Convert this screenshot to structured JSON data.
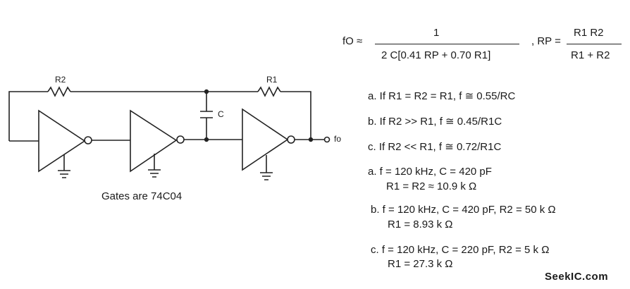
{
  "formula": {
    "lhs": "fO ≈",
    "numerator": "1",
    "denominator": "2 C[0.41 RP + 0.70 R1]",
    "sep": ", RP =",
    "rp_numerator": "R1 R2",
    "rp_denominator": "R1 + R2"
  },
  "cases": [
    "a.  If R1 = R2 = R1, f ≅ 0.55/RC",
    "b.  If R2 >> R1, f ≅ 0.45/R1C",
    "c.  If R2 << R1, f ≅ 0.72/R1C"
  ],
  "examples": [
    {
      "line1": "a.  f = 120 kHz, C = 420 pF",
      "line2": "R1 = R2 ≈ 10.9 k Ω"
    },
    {
      "line1": "b.  f = 120 kHz, C = 420 pF, R2 = 50  k Ω",
      "line2": "R1 = 8.93 k Ω"
    },
    {
      "line1": "c.  f = 120 kHz, C = 220 pF, R2 = 5  k Ω",
      "line2": "R1 = 27.3 k Ω"
    }
  ],
  "schematic": {
    "r2_label": "R2",
    "r1_label": "R1",
    "c_label": "C",
    "output_label": "fo",
    "caption": "Gates are 74C04"
  },
  "watermark": "SeekIC.com"
}
